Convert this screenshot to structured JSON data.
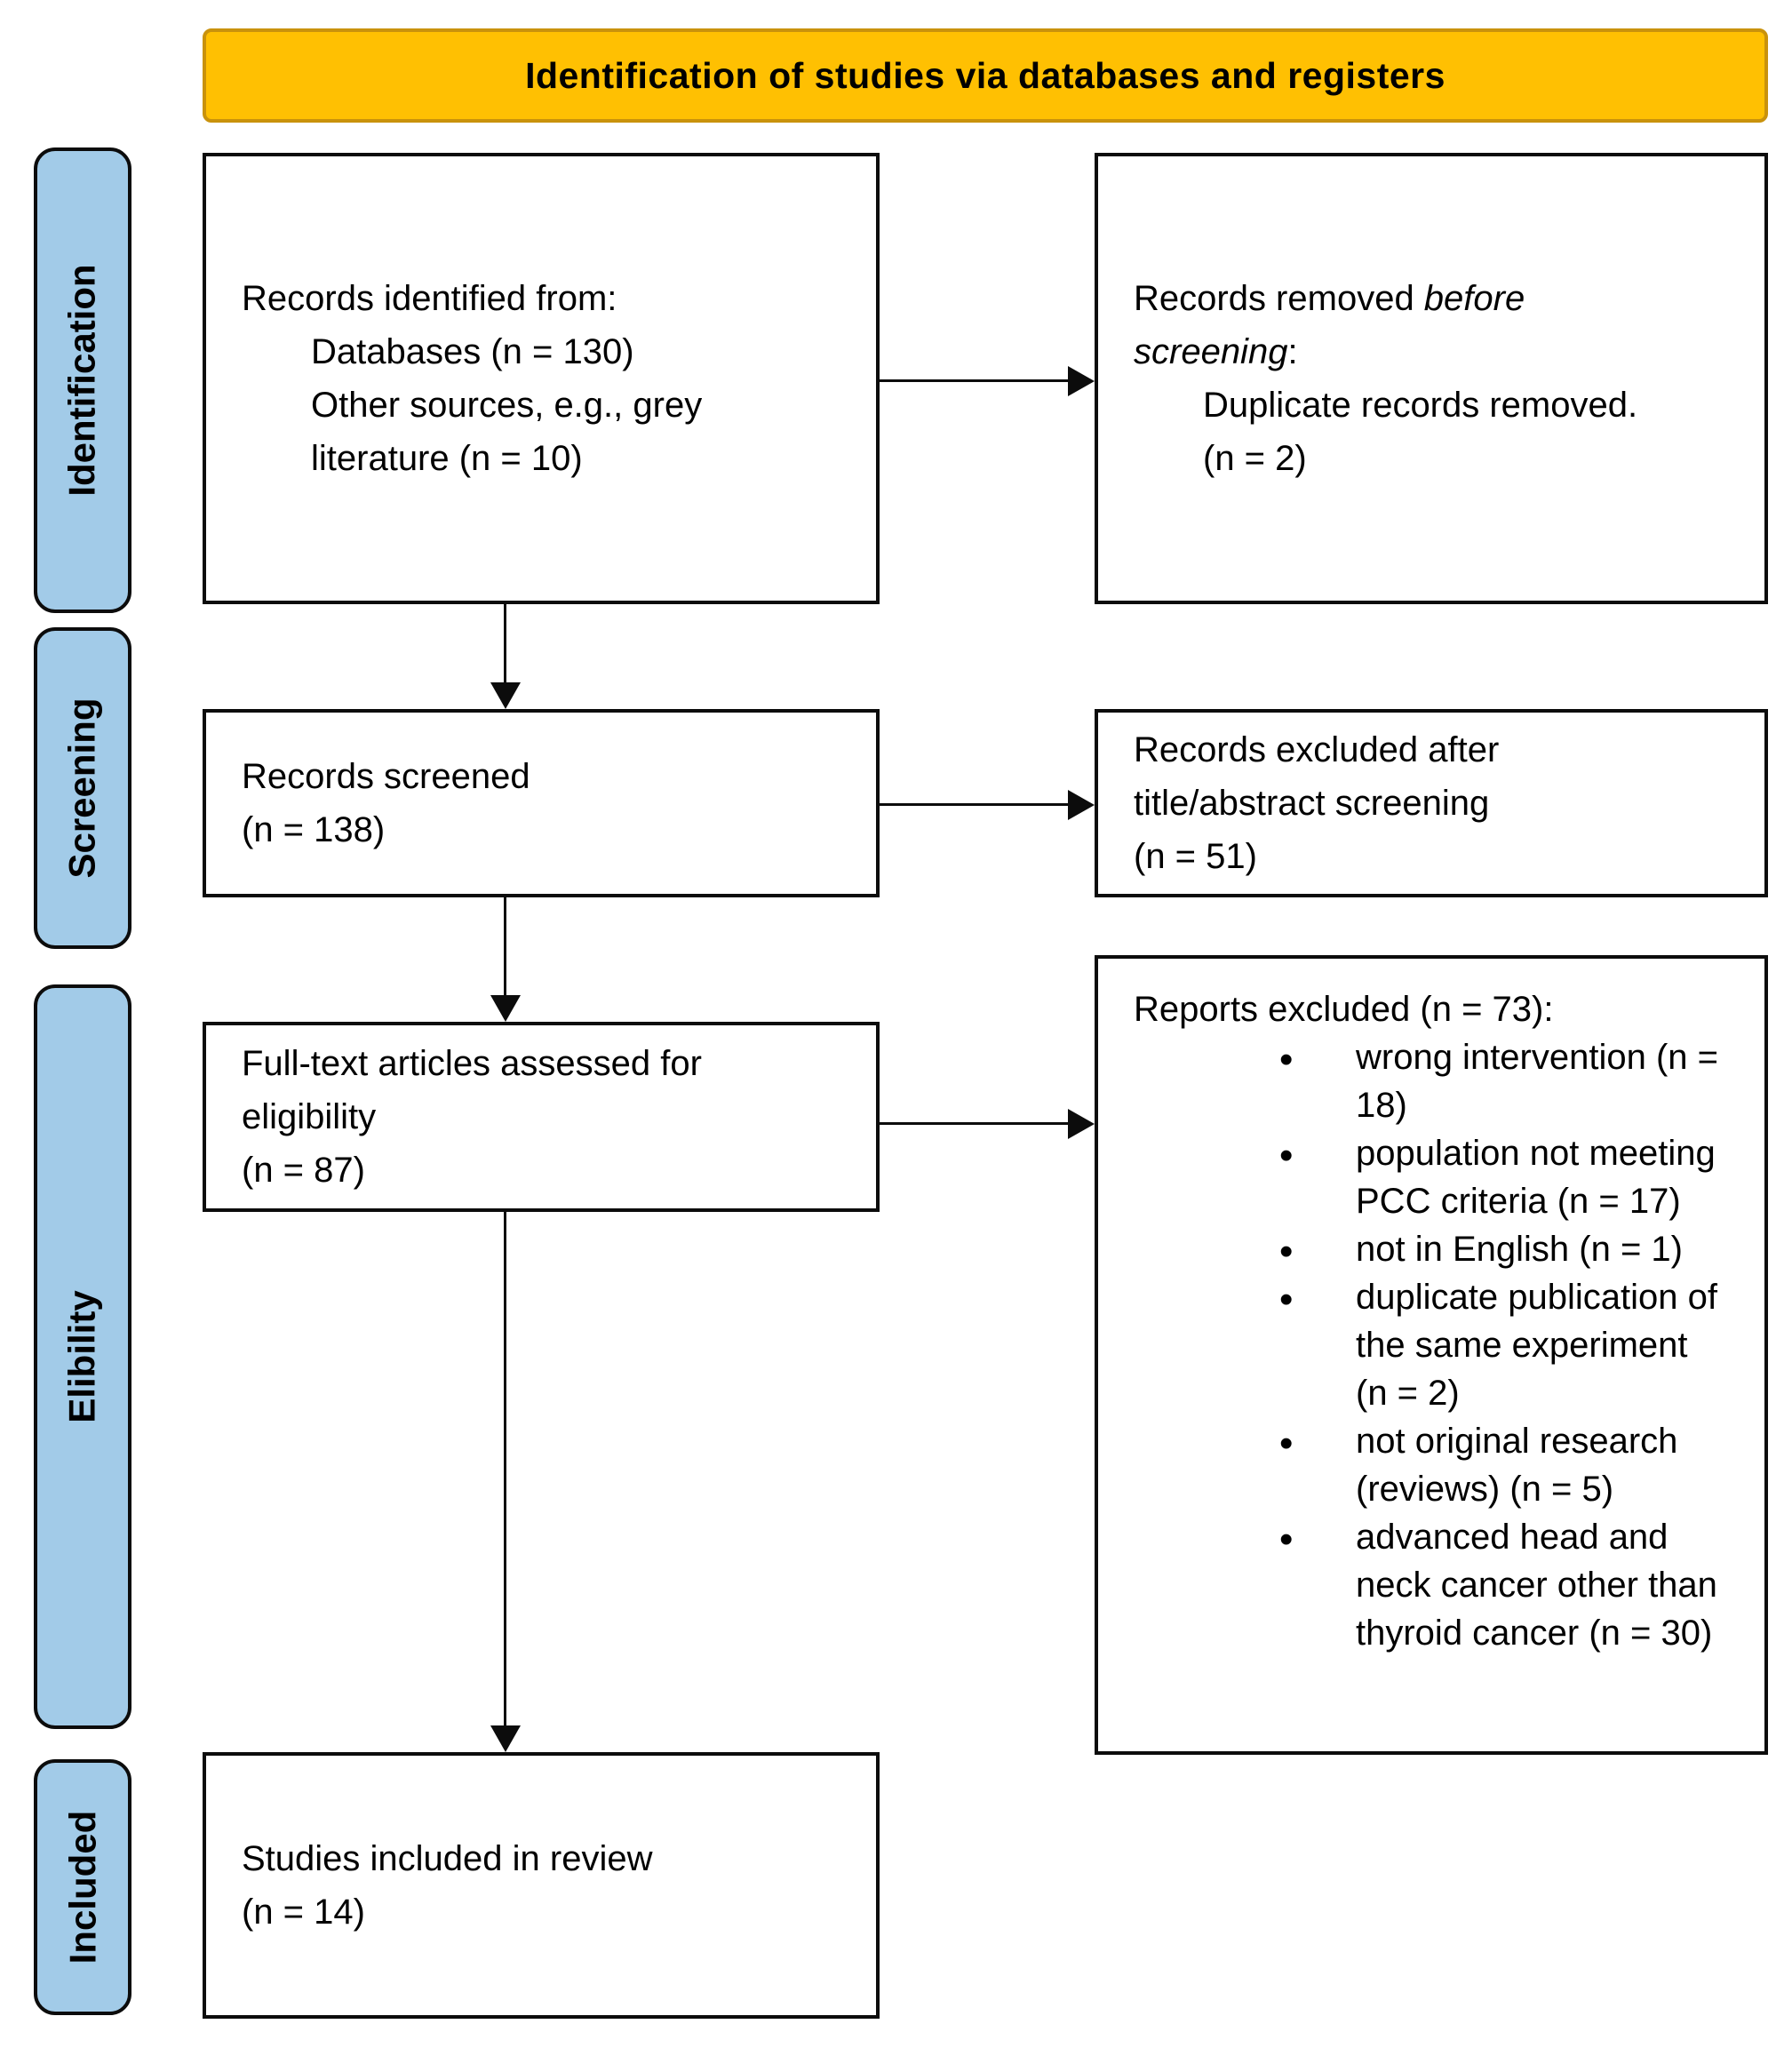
{
  "header": {
    "title": "Identification of studies via databases and registers"
  },
  "colors": {
    "banner_fill": "#FFC002",
    "banner_border": "#C9920C",
    "stage_fill": "#A2CBE8",
    "box_border": "#0c0c0c"
  },
  "sidebar": {
    "items": [
      {
        "label": "Identification"
      },
      {
        "label": "Screening"
      },
      {
        "label": "Elibility"
      },
      {
        "label": "Included"
      }
    ]
  },
  "boxes": {
    "records_identified": {
      "title": "Records identified from:",
      "lines": [
        "Databases (n = 130)",
        "Other sources, e.g., grey",
        "literature (n = 10)"
      ]
    },
    "records_removed": {
      "prefix": "Records removed ",
      "emphasis": "before screening",
      "suffix": ":",
      "lines": [
        "Duplicate records removed.",
        "(n = 2)"
      ]
    },
    "records_screened": {
      "lines": [
        "Records screened",
        "(n = 138)"
      ]
    },
    "records_excluded": {
      "lines": [
        "Records excluded after",
        "title/abstract screening",
        "(n = 51)"
      ]
    },
    "fulltext_assessed": {
      "lines": [
        "Full-text articles assessed for",
        "eligibility",
        "(n = 87)"
      ]
    },
    "reports_excluded": {
      "title": "Reports excluded (n = 73):",
      "items": [
        "wrong intervention (n = 18)",
        "population not meeting PCC criteria (n = 17)",
        "not in English (n = 1)",
        "duplicate publication of the same experiment (n = 2)",
        "not original research (reviews) (n = 5)",
        "advanced head and neck cancer other than thyroid cancer (n = 30)"
      ]
    },
    "studies_included": {
      "lines": [
        "Studies included in review",
        "(n = 14)"
      ]
    }
  }
}
